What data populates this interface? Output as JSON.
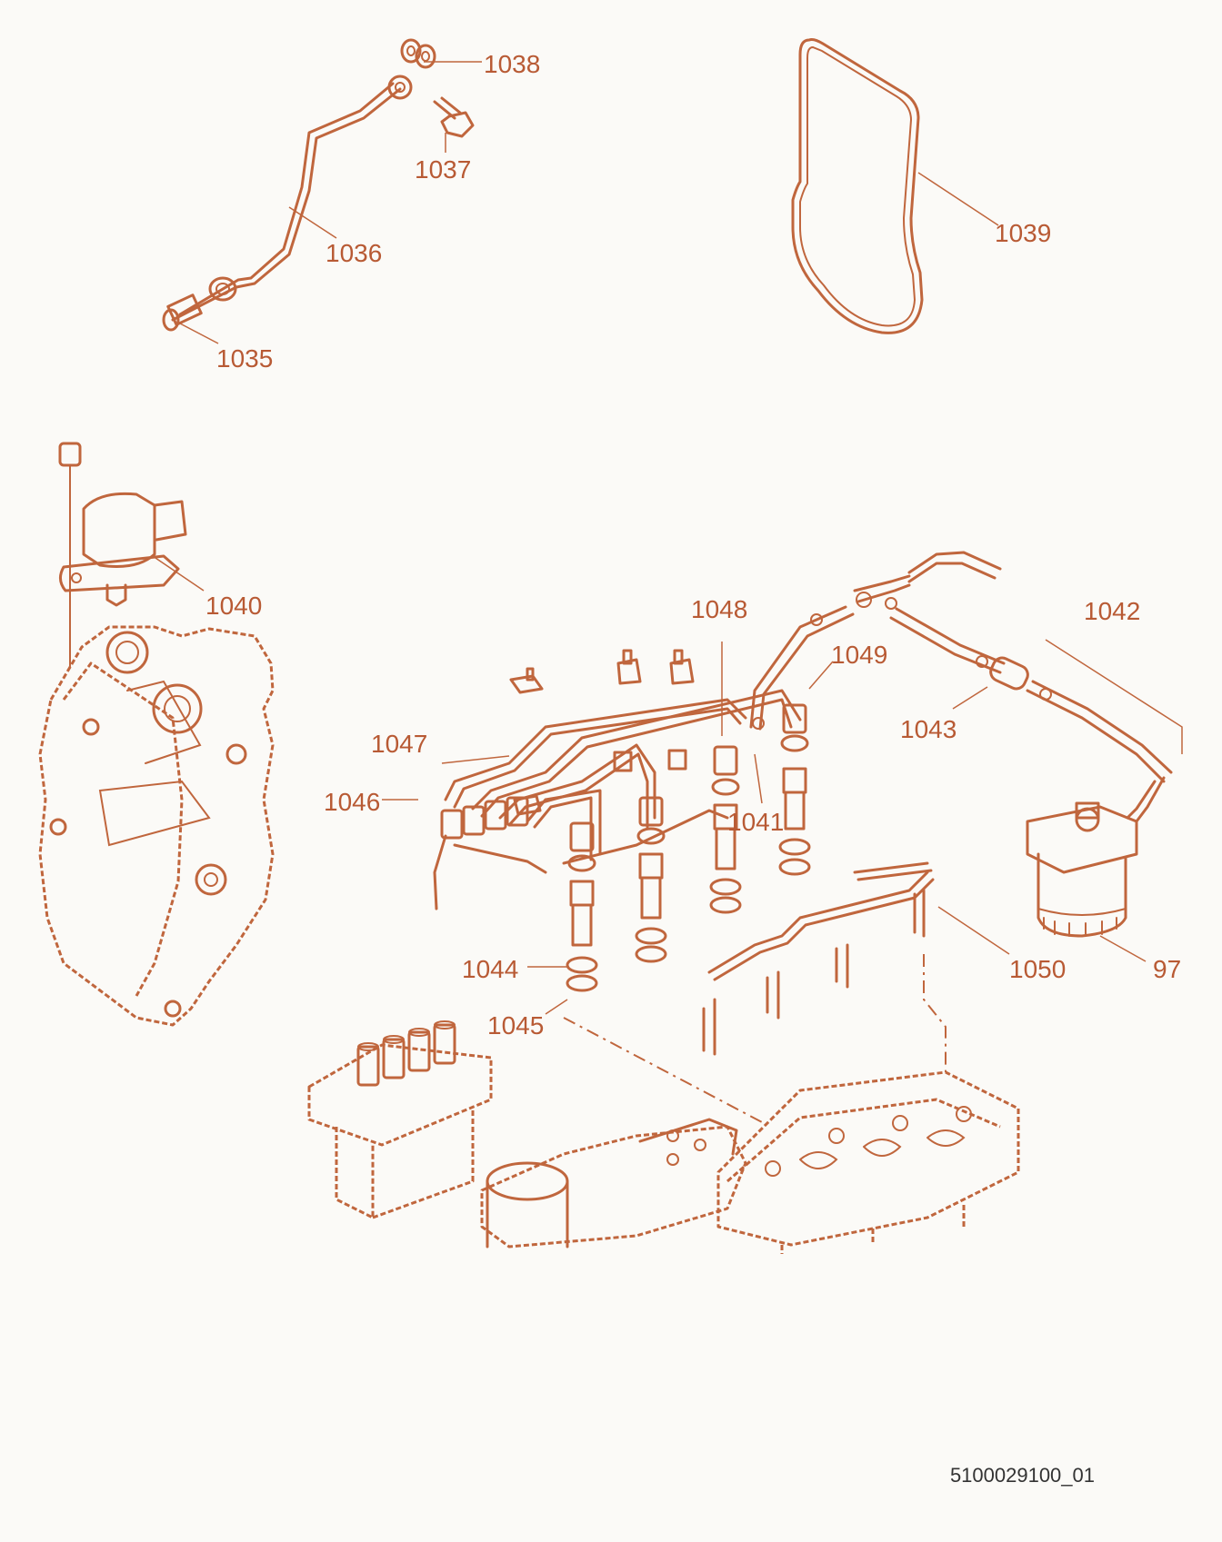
{
  "diagram": {
    "callouts": [
      {
        "id": "1035",
        "text": "1035"
      },
      {
        "id": "1036",
        "text": "1036"
      },
      {
        "id": "1037",
        "text": "1037"
      },
      {
        "id": "1038",
        "text": "1038"
      },
      {
        "id": "1039",
        "text": "1039"
      },
      {
        "id": "1040",
        "text": "1040"
      },
      {
        "id": "1041",
        "text": "1041"
      },
      {
        "id": "1042",
        "text": "1042"
      },
      {
        "id": "1043",
        "text": "1043"
      },
      {
        "id": "1044",
        "text": "1044"
      },
      {
        "id": "1045",
        "text": "1045"
      },
      {
        "id": "1046",
        "text": "1046"
      },
      {
        "id": "1047",
        "text": "1047"
      },
      {
        "id": "1048",
        "text": "1048"
      },
      {
        "id": "1049",
        "text": "1049"
      },
      {
        "id": "1050",
        "text": "1050"
      },
      {
        "id": "97",
        "text": "97"
      }
    ],
    "reference_code": "5100029100_01"
  },
  "colors": {
    "line": "#c0663d",
    "label": "#b85a34",
    "background": "#fbfaf7"
  }
}
